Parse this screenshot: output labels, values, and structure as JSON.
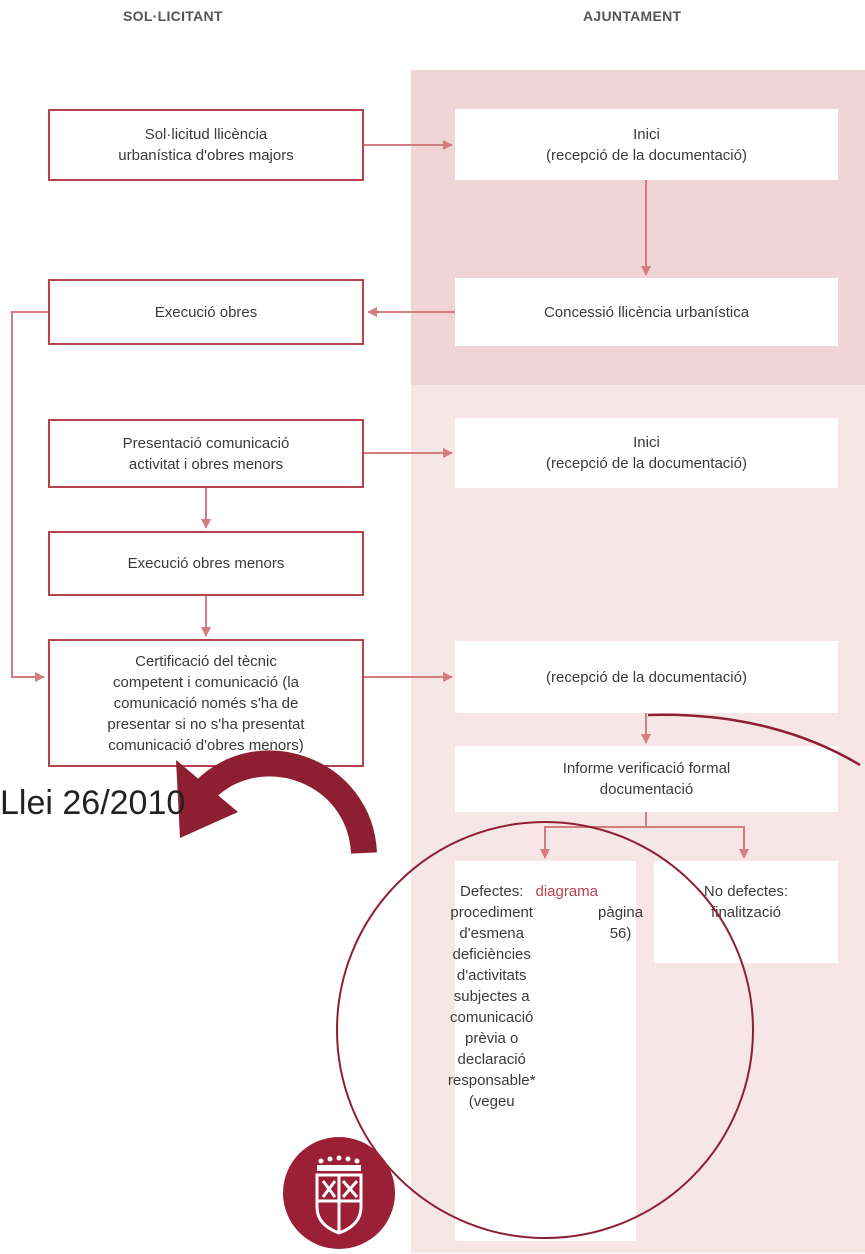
{
  "headers": {
    "applicant": "SOL·LICITANT",
    "council": "AJUNTAMENT"
  },
  "left_boxes": {
    "license_request": "Sol·licitud llicència\nurbanística d'obres majors",
    "works_execution": "Execució obres",
    "communication_submission": "Presentació comunicació\nactivitat i obres menors",
    "minor_works_execution": "Execució obres menors",
    "technical_certificate": "Certificació del  tècnic\ncompetent i comunicació (la\ncomunicació només s'ha de\npresentar si no s'ha presentat\ncomunicació d'obres menors)"
  },
  "right_boxes": {
    "start_1": "Inici\n(recepció de la documentació)",
    "license_grant": "Concessió llicència urbanística",
    "start_2": "Inici\n(recepció de la documentació)",
    "reception": "(recepció de la documentació)",
    "verification_report": "Informe verificació formal\ndocumentació",
    "defects_text": "Defectes:\nprocediment\nd'esmena\ndeficiències\nd'activitats\nsubjectes a\ncomunicació\nprèvia o\ndeclaració\nresponsable*\n(vegeu ",
    "defects_link": "diagrama",
    "defects_tail": "\npàgina 56)",
    "no_defects": "No defectes:\nfinalització"
  },
  "annotation": {
    "law": "Llei 26/2010"
  },
  "colors": {
    "box_border": "#b8424c",
    "connector": "#d27d80",
    "band_dark": "#efd5d5",
    "band_light": "#f7e6e6",
    "annotation": "#8e1f33"
  },
  "icons": {
    "seal": "council-coat-of-arms-icon",
    "curved_arrow": "curved-arrow-icon"
  }
}
